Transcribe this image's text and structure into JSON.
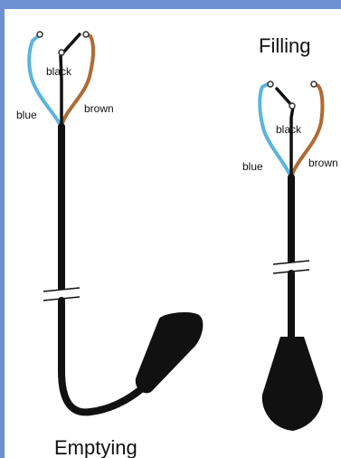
{
  "left_switch": {
    "caption": "Emptying",
    "wires": {
      "blue": "blue",
      "black": "black",
      "brown": "brown"
    }
  },
  "right_switch": {
    "caption": "Filling",
    "wires": {
      "blue": "blue",
      "black": "black",
      "brown": "brown"
    }
  },
  "colors": {
    "frame": "#6f8fd3",
    "blue_wire": "#5ab4de",
    "brown_wire": "#b06a33",
    "cable": "#111111"
  }
}
